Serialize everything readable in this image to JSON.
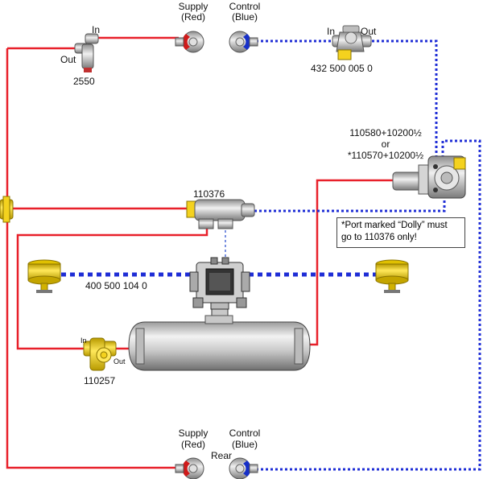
{
  "colors": {
    "supply_line": "#e8202a",
    "control_line": "#1f2ed6",
    "brass_yellow": "#f4d21e",
    "metal_grey": "#c9c9c9"
  },
  "labels": {
    "supply_top": [
      "Supply",
      "(Red)"
    ],
    "control_top": [
      "Control",
      "(Blue)"
    ],
    "elbow_in": "In",
    "elbow_out": "Out",
    "elbow_part": "2550",
    "valve_in": "In",
    "valve_out": "Out",
    "valve_part": "432 500 005 0",
    "relay_part_line1": "110580+10200½",
    "relay_part_line2": "or",
    "relay_part_line3": "*110570+10200½",
    "tee_part": "110376",
    "note_line1": "*Port marked “Dolly” must",
    "note_line2": "go to 110376 only!",
    "chamber_part": "400 500 104 0",
    "drain_in": "In",
    "drain_out": "Out",
    "drain_part": "110257",
    "supply_bottom": [
      "Supply",
      "(Red)"
    ],
    "control_bottom": [
      "Control",
      "(Blue)"
    ],
    "rear": "Rear"
  }
}
